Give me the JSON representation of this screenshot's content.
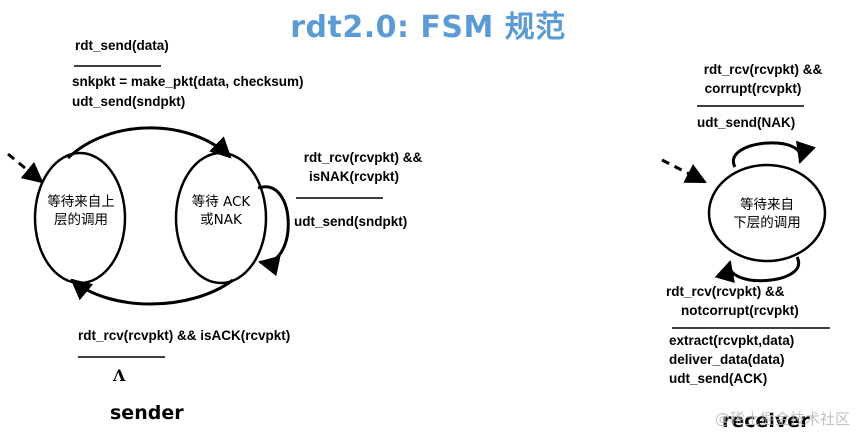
{
  "title": "rdt2.0: FSM 规范",
  "sender": {
    "name": "sender",
    "state_wait_call_line1": "等待来自上",
    "state_wait_call_line2": "层的调用",
    "state_wait_ack_line1": "等待 ACK",
    "state_wait_ack_line2": "或NAK",
    "t_send_event": "rdt_send(data)",
    "t_send_action1": "snkpkt = make_pkt(data, checksum)",
    "t_send_action2": "udt_send(sndpkt)",
    "t_nak_event1": "rdt_rcv(rcvpkt) &&",
    "t_nak_event2": "isNAK(rcvpkt)",
    "t_nak_action": "udt_send(sndpkt)",
    "t_ack_event": "rdt_rcv(rcvpkt) && isACK(rcvpkt)",
    "t_ack_action": "Λ"
  },
  "receiver": {
    "name": "receiver",
    "state_line1": "等待来自",
    "state_line2": "下层的调用",
    "t_corrupt_event1": "rdt_rcv(rcvpkt) &&",
    "t_corrupt_event2": "corrupt(rcvpkt)",
    "t_corrupt_action": "udt_send(NAK)",
    "t_ok_event1": "rdt_rcv(rcvpkt) &&",
    "t_ok_event2": "notcorrupt(rcvpkt)",
    "t_ok_action1": "extract(rcvpkt,data)",
    "t_ok_action2": "deliver_data(data)",
    "t_ok_action3": "udt_send(ACK)"
  },
  "watermark": "@稀土掘金技术社区"
}
